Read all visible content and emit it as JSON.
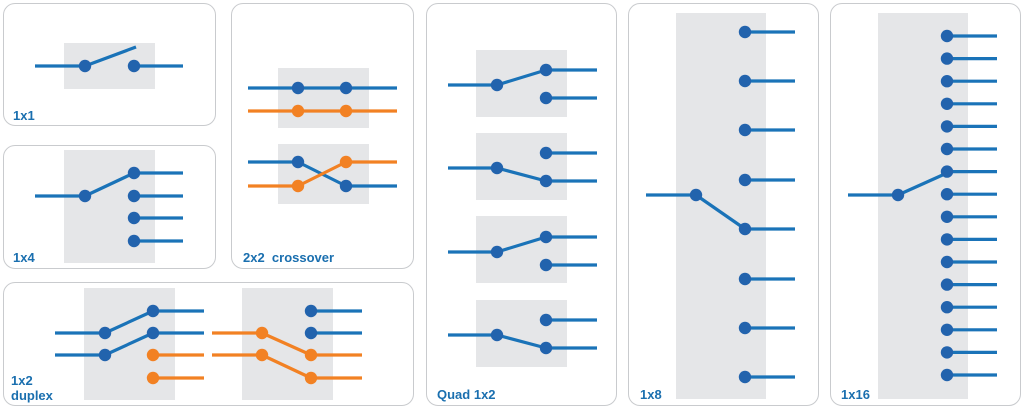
{
  "colors": {
    "blue": "#2263ad",
    "line_blue": "#1a73b8",
    "orange": "#f28123",
    "label": "#1a6faf",
    "box": "#e5e6e8",
    "border": "#c9cbce"
  },
  "panels": {
    "p1x1": {
      "label": "1x1"
    },
    "p1x4": {
      "label": "1x4"
    },
    "p2x2": {
      "label": "2x2  crossover"
    },
    "pdup": {
      "label": "1x2",
      "label2": "duplex"
    },
    "pquad": {
      "label": "Quad 1x2"
    },
    "p1x8": {
      "label": "1x8"
    },
    "p1x16": {
      "label": "1x16"
    }
  }
}
